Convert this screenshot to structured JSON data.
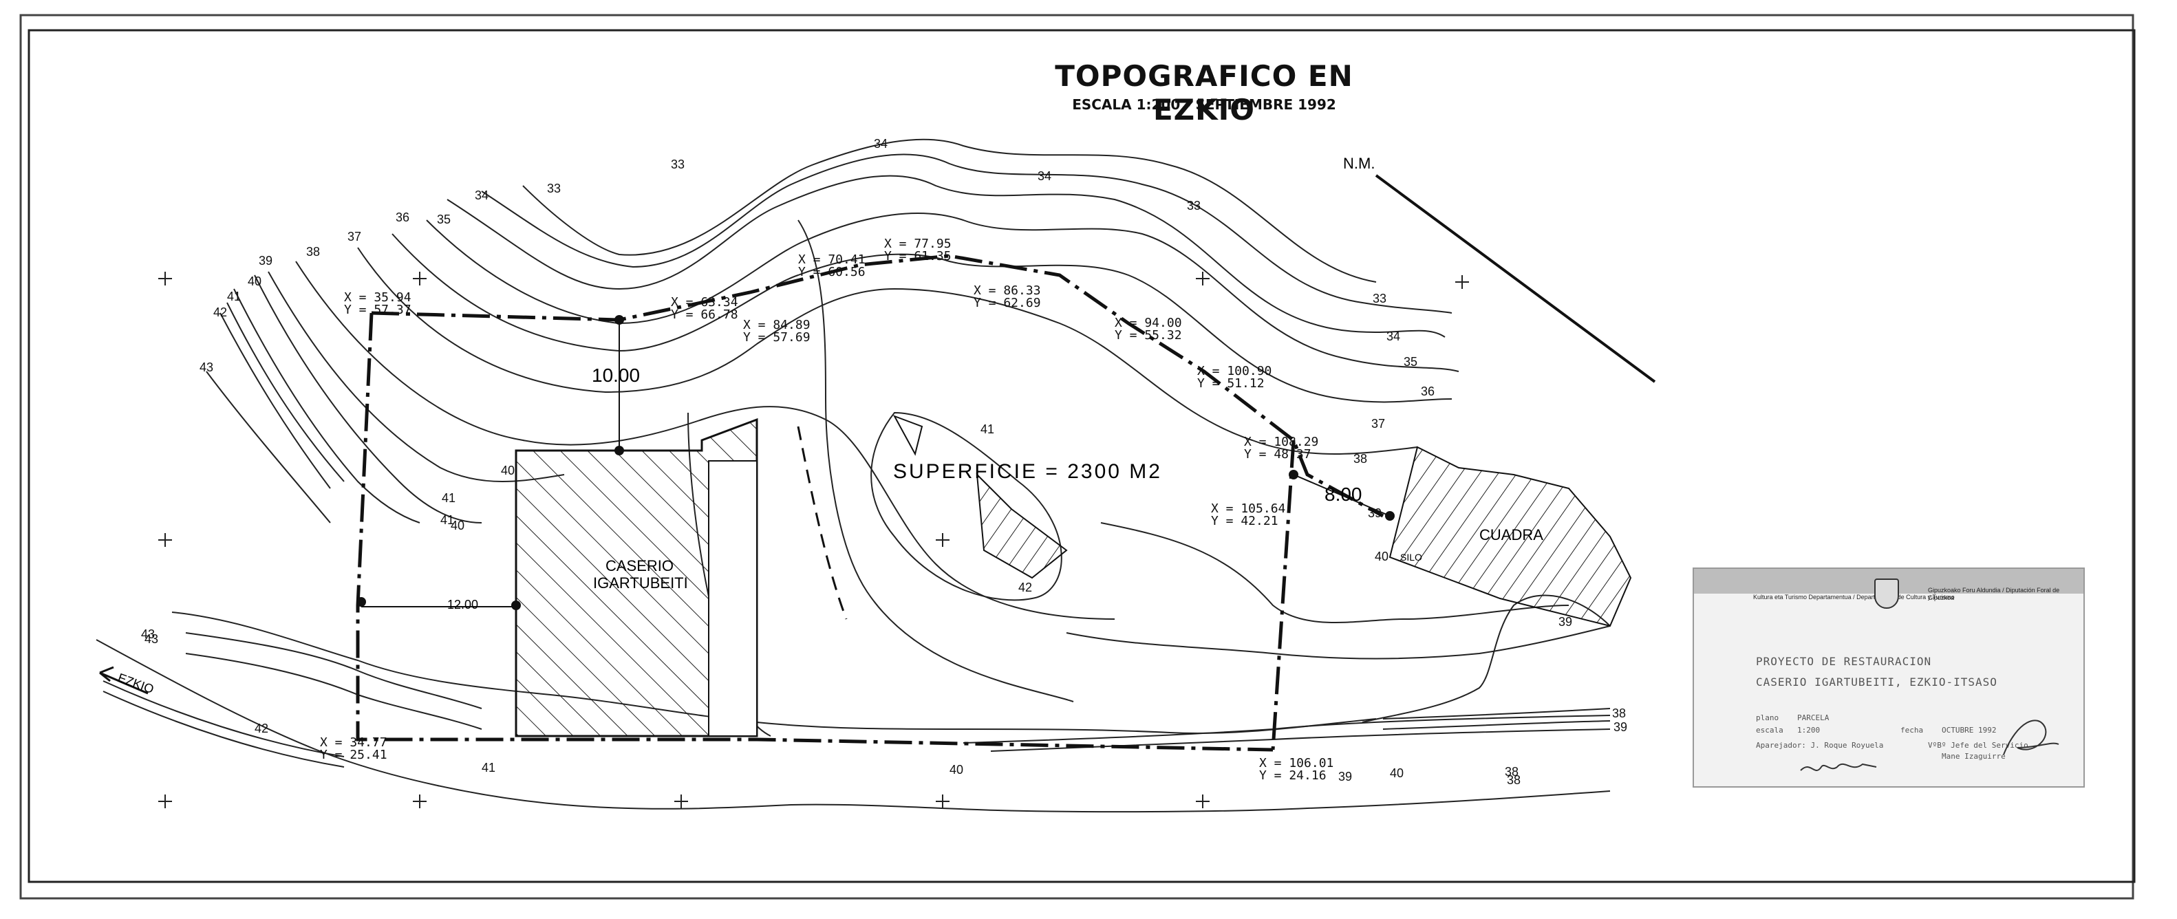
{
  "title": "TOPOGRAFICO EN EZKIO",
  "subtitle": "ESCALA 1:200 - SEPTIEMBRE 1992",
  "north_label": "N.M.",
  "area_label": "SUPERFICIE = 2300 M2",
  "buildings": {
    "caserio_line1": "CASERIO",
    "caserio_line2": "IGARTUBEITI",
    "cuadra": "CUADRA",
    "silo": "SILO",
    "road": "EZKIO"
  },
  "distances": [
    "10.00",
    "12.00",
    "8.00"
  ],
  "coordinates": [
    {
      "x": "35.94",
      "y": "57.37"
    },
    {
      "x": "63.34",
      "y": "66.78"
    },
    {
      "x": "84.89",
      "y": "57.69"
    },
    {
      "x": "70.41",
      "y": "60.56"
    },
    {
      "x": "77.95",
      "y": "61.35"
    },
    {
      "x": "86.33",
      "y": "62.69"
    },
    {
      "x": "94.00",
      "y": "55.32"
    },
    {
      "x": "100.90",
      "y": "51.12"
    },
    {
      "x": "108.29",
      "y": "48.37"
    },
    {
      "x": "105.64",
      "y": "42.21"
    },
    {
      "x": "106.01",
      "y": "24.16"
    },
    {
      "x": "34.77",
      "y": "25.41"
    }
  ],
  "contour_labels": [
    "34",
    "33",
    "33",
    "34",
    "35",
    "36",
    "37",
    "38",
    "39",
    "40",
    "41",
    "42",
    "43",
    "34",
    "33",
    "33",
    "34",
    "35",
    "36",
    "37",
    "38",
    "39",
    "40",
    "43",
    "42",
    "41",
    "40",
    "41",
    "41",
    "40",
    "39",
    "38",
    "39",
    "38",
    "40",
    "41",
    "42",
    "40",
    "39",
    "38",
    "43"
  ],
  "plate": {
    "dept_left": "Kultura eta Turismo Departamentua / Departamento de Cultura y Turismo",
    "dept_right": "Gipuzkoako Foru Aldundia / Diputación Foral de Gipuzkoa",
    "project_line1": "PROYECTO DE RESTAURACION",
    "project_line2": "CASERIO IGARTUBEITI, EZKIO-ITSASO",
    "plano_key": "plano",
    "plano_value": "PARCELA",
    "escala_key": "escala",
    "escala_value": "1:200",
    "fecha_key": "fecha",
    "fecha_value": "OCTUBRE 1992",
    "author": "Aparejador: J. Roque Royuela",
    "approver": "VºBº Jefe del Servicio",
    "approver_name": "Mane Izaguirre"
  },
  "colors": {
    "ink": "#111111",
    "plate_head": "#bdbdbd",
    "plate_bg": "#f2f2f2"
  }
}
